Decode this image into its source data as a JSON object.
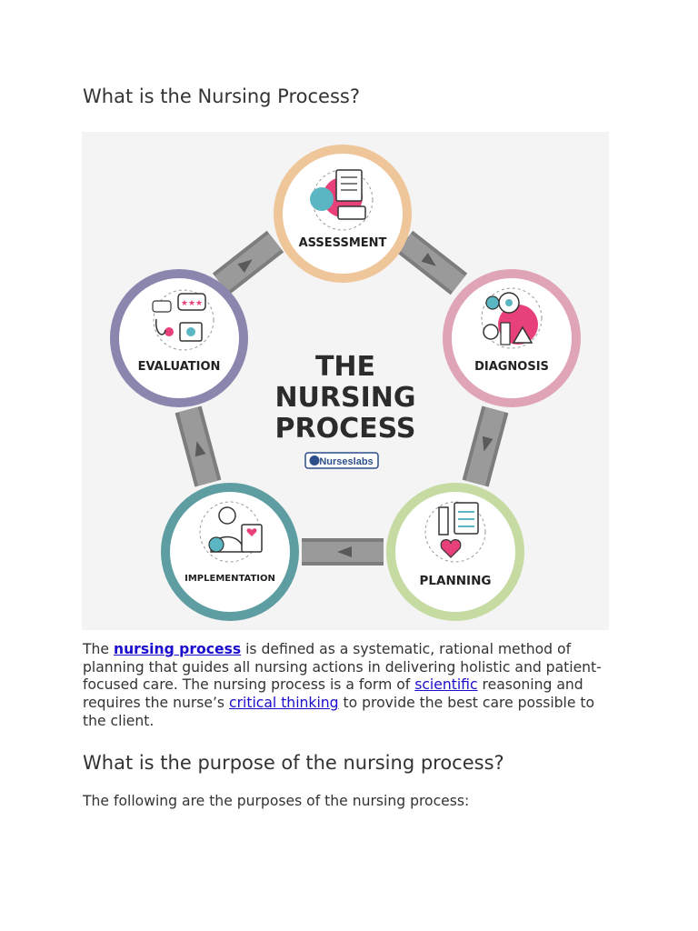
{
  "page": {
    "heading1": "What is the Nursing Process?",
    "heading2": "What is the purpose of the nursing process?",
    "paragraph1": {
      "t1": "The ",
      "link1": "nursing process",
      "t2": " is defined as a systematic, rational method of planning that guides all nursing actions in delivering holistic and patient-focused care. The nursing process is a form of ",
      "link2": " scientific",
      "t3": " reasoning and requires the nurse’s ",
      "link3": "critical thinking",
      "t4": " to provide the best care possible to the client."
    },
    "paragraph2": "The following are the purposes of the nursing process:"
  },
  "figure": {
    "title_line1": "THE",
    "title_line2": "NURSING",
    "title_line3": "PROCESS",
    "logo_text": "Nurseslabs",
    "steps": [
      {
        "label": "ASSESSMENT",
        "color": "#efc59a"
      },
      {
        "label": "DIAGNOSIS",
        "color": "#e0a4b7"
      },
      {
        "label": "PLANNING",
        "color": "#c5dba2"
      },
      {
        "label": "IMPLEMENTATION",
        "color": "#5e9ea2"
      },
      {
        "label": "EVALUATION",
        "color": "#8b86ad"
      }
    ],
    "arrow_color": "#7d7d7d",
    "link_color": "#1a0dcc"
  }
}
